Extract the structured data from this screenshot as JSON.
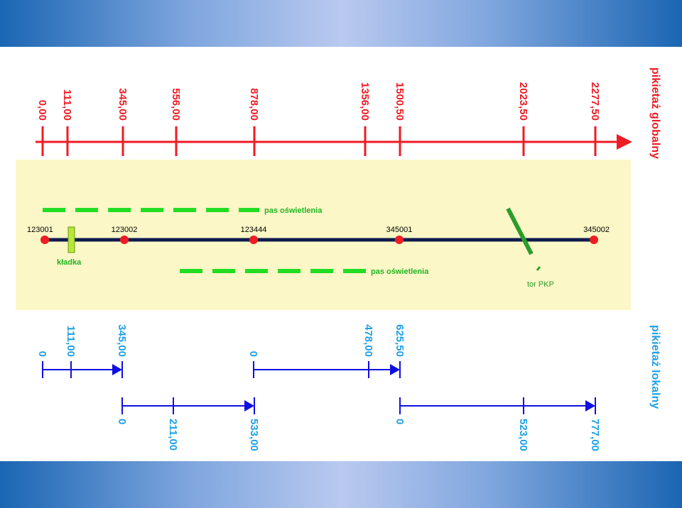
{
  "global_axis": {
    "label": "pikietaż globalny",
    "ticks": [
      "0,00",
      "111,00",
      "345,00",
      "556,00",
      "878,00",
      "1356,00",
      "1500,50",
      "2023,50",
      "2277,50"
    ],
    "color": "#ee1c24"
  },
  "road": {
    "nodes": [
      "123001",
      "123002",
      "123444",
      "345001",
      "345002"
    ],
    "bridge_label": "kładka",
    "lighting_label_top": "pas oświetlenia",
    "lighting_label_bottom": "pas oświetlenia",
    "rail_label": "tor PKP",
    "panel_color": "#fbf7c6",
    "road_color": "#0d1a4d",
    "node_color": "#ee1c24",
    "lighting_color": "#22dd22",
    "rail_color": "#2a9d2a"
  },
  "local_axis": {
    "label": "pikietaż lokalny",
    "label_color": "#1ea0e8",
    "line_color": "#1010e0",
    "segments": [
      {
        "ticks": [
          "0",
          "111,00",
          "345,00"
        ]
      },
      {
        "ticks": [
          "0",
          "211,00",
          "533,00"
        ]
      },
      {
        "ticks": [
          "0",
          "478,00",
          "625,50"
        ]
      },
      {
        "ticks": [
          "0",
          "523,00",
          "777,00"
        ]
      }
    ]
  }
}
